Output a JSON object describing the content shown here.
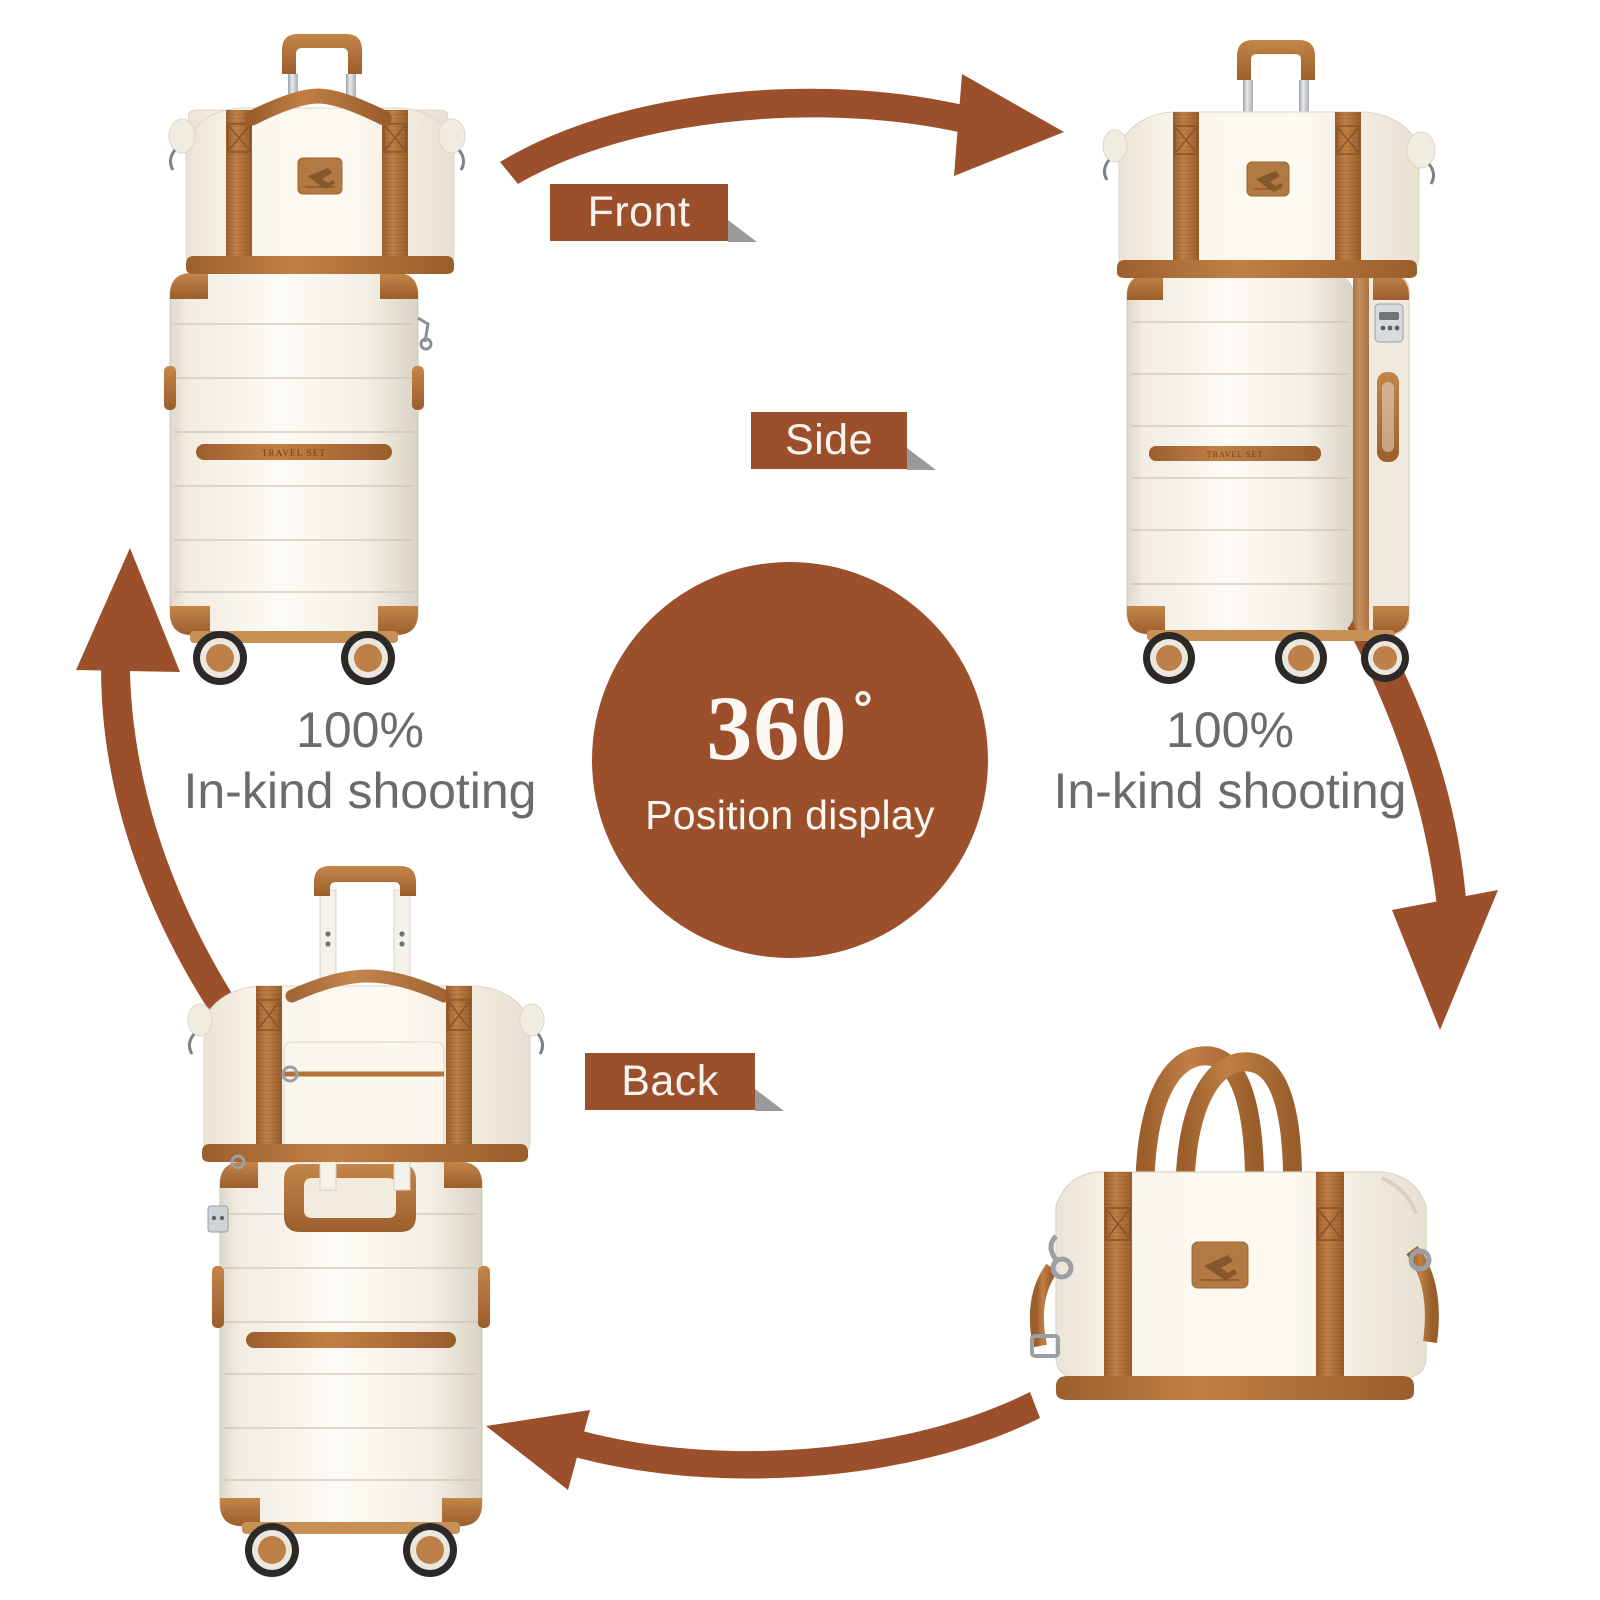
{
  "page": {
    "background": "#ffffff",
    "accent_brown": "#9B4F2B",
    "tan": "#B5713C",
    "cream": "#F6F1E7",
    "text_gray": "#6b6b6b"
  },
  "center_badge": {
    "value": "360",
    "degree_symbol": "°",
    "subtitle": "Position display"
  },
  "view_labels": [
    {
      "id": "front",
      "text": "Front"
    },
    {
      "id": "side",
      "text": "Side"
    },
    {
      "id": "back",
      "text": "Back"
    }
  ],
  "captions": [
    {
      "id": "left",
      "line1": "100%",
      "line2": "In-kind shooting"
    },
    {
      "id": "right",
      "line1": "100%",
      "line2": "In-kind shooting"
    }
  ],
  "arrows": [
    {
      "id": "top",
      "direction": "right",
      "icon": "curved-arrow-right-icon"
    },
    {
      "id": "right",
      "direction": "down",
      "icon": "curved-arrow-down-icon"
    },
    {
      "id": "bottom",
      "direction": "left",
      "icon": "curved-arrow-left-icon"
    },
    {
      "id": "left",
      "direction": "up",
      "icon": "curved-arrow-up-icon"
    }
  ],
  "products": [
    {
      "id": "front-view",
      "position": "top-left",
      "type": "duffel-bag-on-suitcase",
      "bag_color": "#F6F1E7",
      "trim_color": "#B5713C"
    },
    {
      "id": "side-view",
      "position": "top-right",
      "type": "duffel-bag-on-suitcase-side",
      "bag_color": "#F6F1E7",
      "trim_color": "#B5713C"
    },
    {
      "id": "back-view",
      "position": "bottom-left",
      "type": "duffel-bag-on-suitcase-back",
      "bag_color": "#F6F1E7",
      "trim_color": "#B5713C"
    },
    {
      "id": "bag-detail-view",
      "position": "bottom-right",
      "type": "duffel-bag-standalone",
      "bag_color": "#F6F1E7",
      "trim_color": "#B5713C"
    }
  ]
}
